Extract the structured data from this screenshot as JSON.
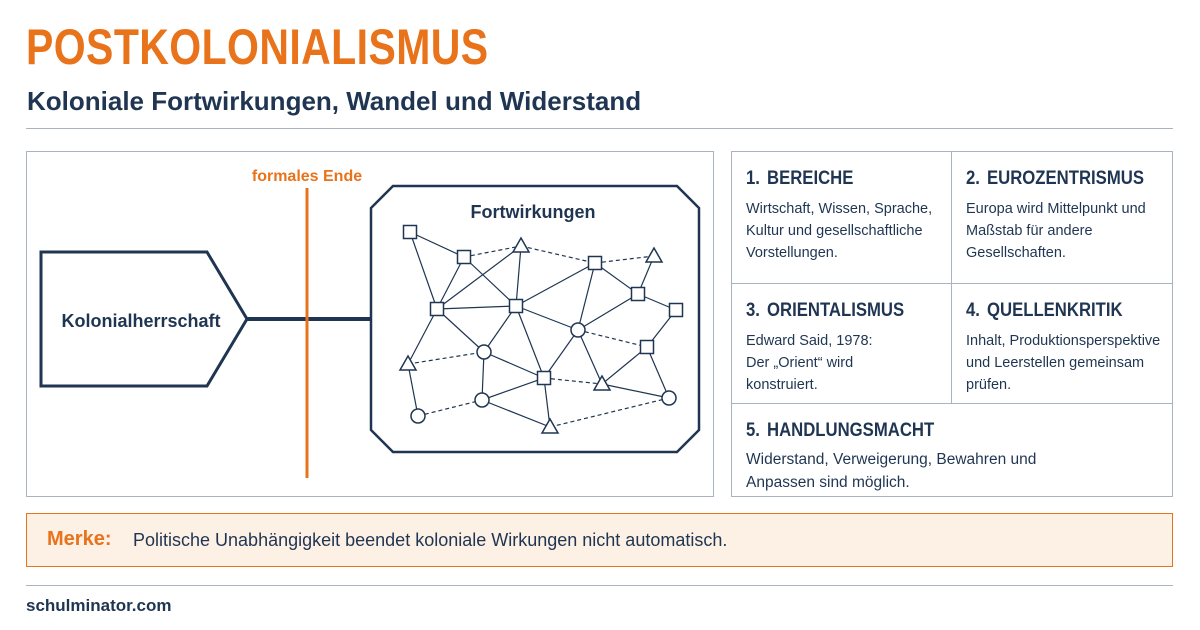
{
  "header": {
    "title": "POSTKOLONIALISMUS",
    "subtitle": "Koloniale Fortwirkungen, Wandel und Widerstand"
  },
  "diagram": {
    "source_label": "Kolonialherrschaft",
    "divider_label": "formales Ende",
    "network_label": "Fortwirkungen"
  },
  "cards": [
    {
      "number": "1.",
      "heading": "BEREICHE",
      "text": "Wirtschaft, Wissen, Sprache, Kultur und gesellschaftliche Vorstellungen."
    },
    {
      "number": "2.",
      "heading": "EUROZENTRISMUS",
      "text": "Europa wird Mittelpunkt und Maßstab für andere Gesellschaften."
    },
    {
      "number": "3.",
      "heading": "ORIENTALISMUS",
      "text": "Edward Said, 1978: Der „Orient“ wird konstruiert."
    },
    {
      "number": "4.",
      "heading": "QUELLENKRITIK",
      "text": "Inhalt, Produktionsperspektive und Leerstellen gemeinsam prüfen."
    },
    {
      "number": "5.",
      "heading": "HANDLUNGSMACHT",
      "text": "Widerstand, Verweigerung, Bewahren und Anpassen sind möglich."
    }
  ],
  "note": {
    "label": "Merke:",
    "text": "Politische Unabhängigkeit beendet koloniale Wirkungen nicht automatisch."
  },
  "footer": {
    "site": "schulminator.com"
  },
  "colors": {
    "accent": "#e8731b",
    "navy": "#1f3552",
    "border": "#a9b3c1",
    "note_background": "#fdf0e4"
  }
}
